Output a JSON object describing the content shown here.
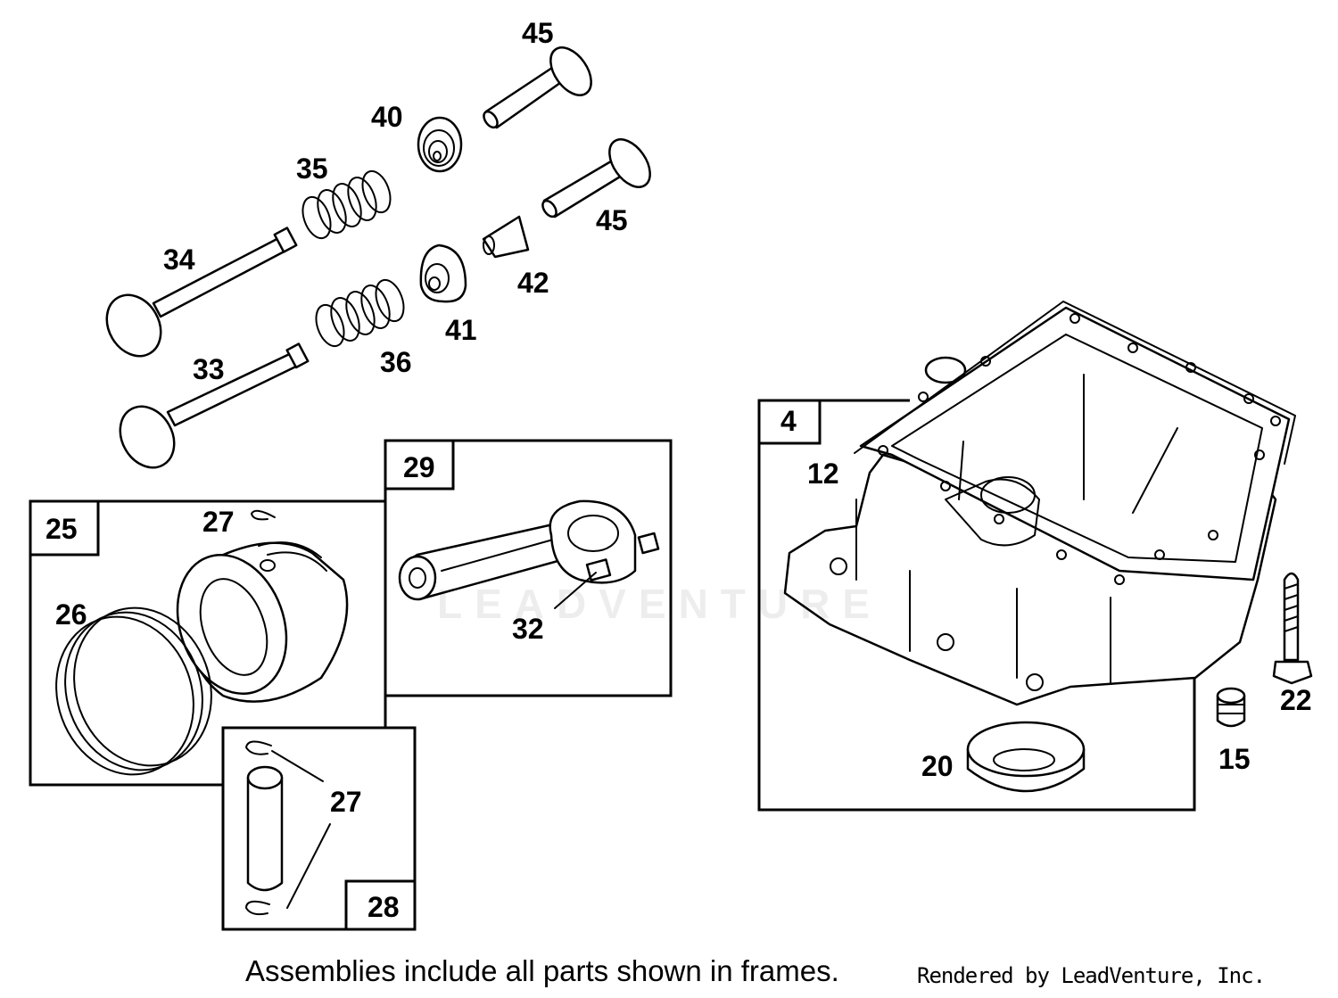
{
  "watermark": {
    "text": "LEADVENTURE"
  },
  "callouts": {
    "p45a": "45",
    "p45b": "45",
    "p40": "40",
    "p35": "35",
    "p34": "34",
    "p42": "42",
    "p41": "41",
    "p33": "33",
    "p36": "36",
    "p29": "29",
    "p32": "32",
    "p25": "25",
    "p27a": "27",
    "p26": "26",
    "p28": "28",
    "p27b": "27",
    "p4": "4",
    "p12": "12",
    "p22": "22",
    "p15": "15",
    "p20": "20"
  },
  "footer": {
    "note": "Assemblies include all parts shown in frames.",
    "credit": "Rendered by LeadVenture, Inc."
  },
  "colors": {
    "line": "#000000",
    "background": "#ffffff"
  }
}
